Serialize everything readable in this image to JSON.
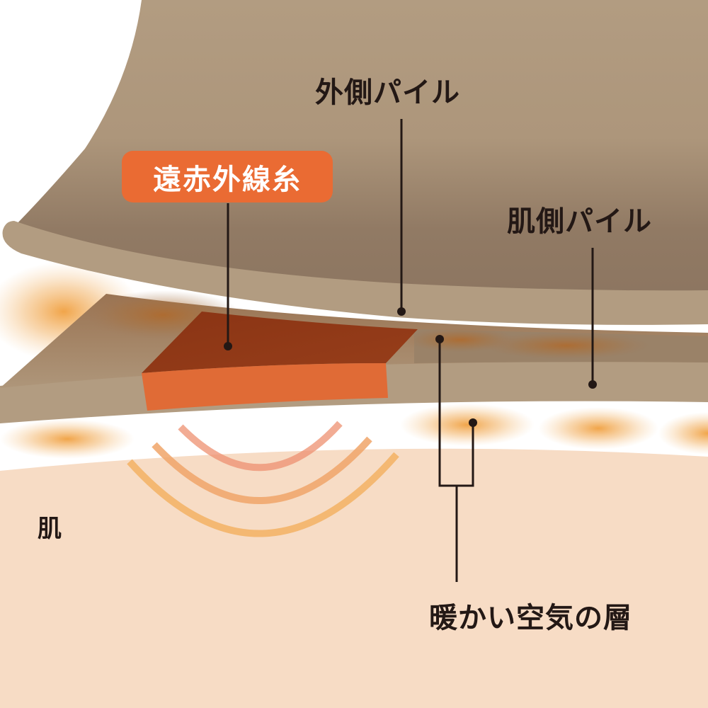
{
  "diagram": {
    "labels": {
      "far_infrared_yarn": "遠赤外線糸",
      "outer_pile": "外側パイル",
      "skin_side_pile": "肌側パイル",
      "skin": "肌",
      "warm_air_layer": "暖かい空気の層"
    },
    "colors": {
      "fabric_light": "#b29c81",
      "fabric_dark": "#8f7862",
      "yarn_top": "#8e3a17",
      "yarn_front": "#e06b36",
      "badge": "#ea6b33",
      "skin": "#f7dcc5",
      "warm_glow": "#f0a040",
      "wave_inner": "#ee9070",
      "wave_middle": "#f0a468",
      "wave_outer": "#f3b468",
      "leader_line": "#231815"
    },
    "wave_count": 3
  }
}
